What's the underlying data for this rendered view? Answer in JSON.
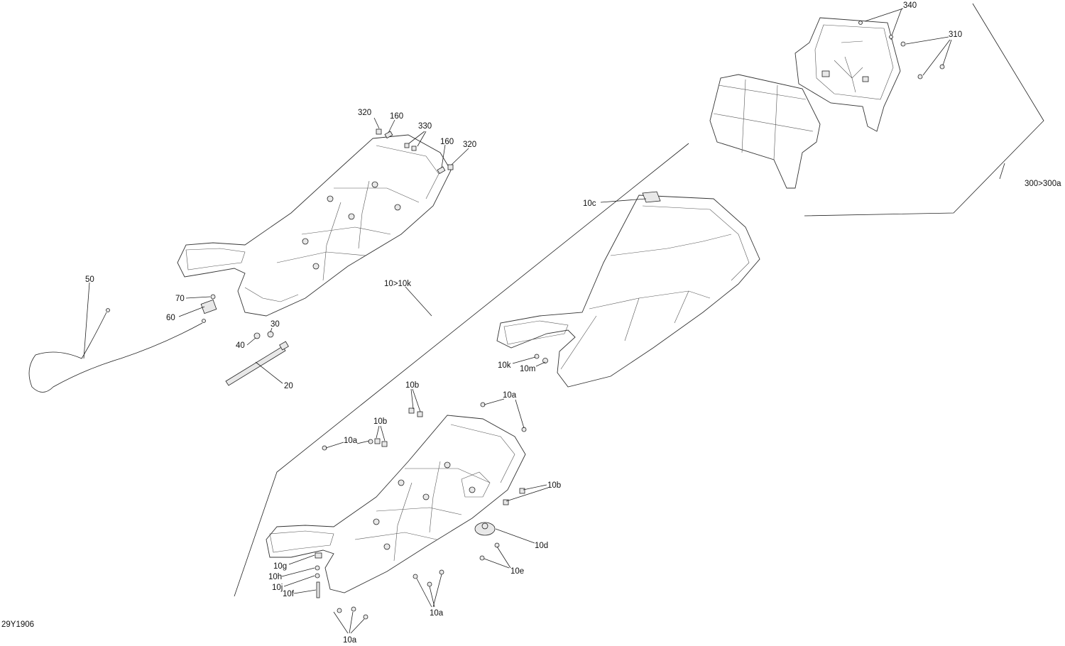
{
  "drawing_id": "29Y1906",
  "callouts": [
    {
      "id": "c340",
      "label": "340"
    },
    {
      "id": "c310",
      "label": "310"
    },
    {
      "id": "c300",
      "label": "300>300a"
    },
    {
      "id": "c320a",
      "label": "320"
    },
    {
      "id": "c160a",
      "label": "160"
    },
    {
      "id": "c330",
      "label": "330"
    },
    {
      "id": "c160b",
      "label": "160"
    },
    {
      "id": "c320b",
      "label": "320"
    },
    {
      "id": "c10c",
      "label": "10c"
    },
    {
      "id": "c50",
      "label": "50"
    },
    {
      "id": "c70",
      "label": "70"
    },
    {
      "id": "c60",
      "label": "60"
    },
    {
      "id": "c30",
      "label": "30"
    },
    {
      "id": "c40",
      "label": "40"
    },
    {
      "id": "c20",
      "label": "20"
    },
    {
      "id": "c10k_group",
      "label": "10>10k"
    },
    {
      "id": "c10k",
      "label": "10k"
    },
    {
      "id": "c10m",
      "label": "10m"
    },
    {
      "id": "c10b1",
      "label": "10b"
    },
    {
      "id": "c10a1",
      "label": "10a"
    },
    {
      "id": "c10b2",
      "label": "10b"
    },
    {
      "id": "c10a2",
      "label": "10a"
    },
    {
      "id": "c10b3",
      "label": "10b"
    },
    {
      "id": "c10d",
      "label": "10d"
    },
    {
      "id": "c10e",
      "label": "10e"
    },
    {
      "id": "c10g",
      "label": "10g"
    },
    {
      "id": "c10h",
      "label": "10h"
    },
    {
      "id": "c10j",
      "label": "10j"
    },
    {
      "id": "c10f",
      "label": "10f"
    },
    {
      "id": "c10a3",
      "label": "10a"
    },
    {
      "id": "c10a4",
      "label": "10a"
    }
  ]
}
